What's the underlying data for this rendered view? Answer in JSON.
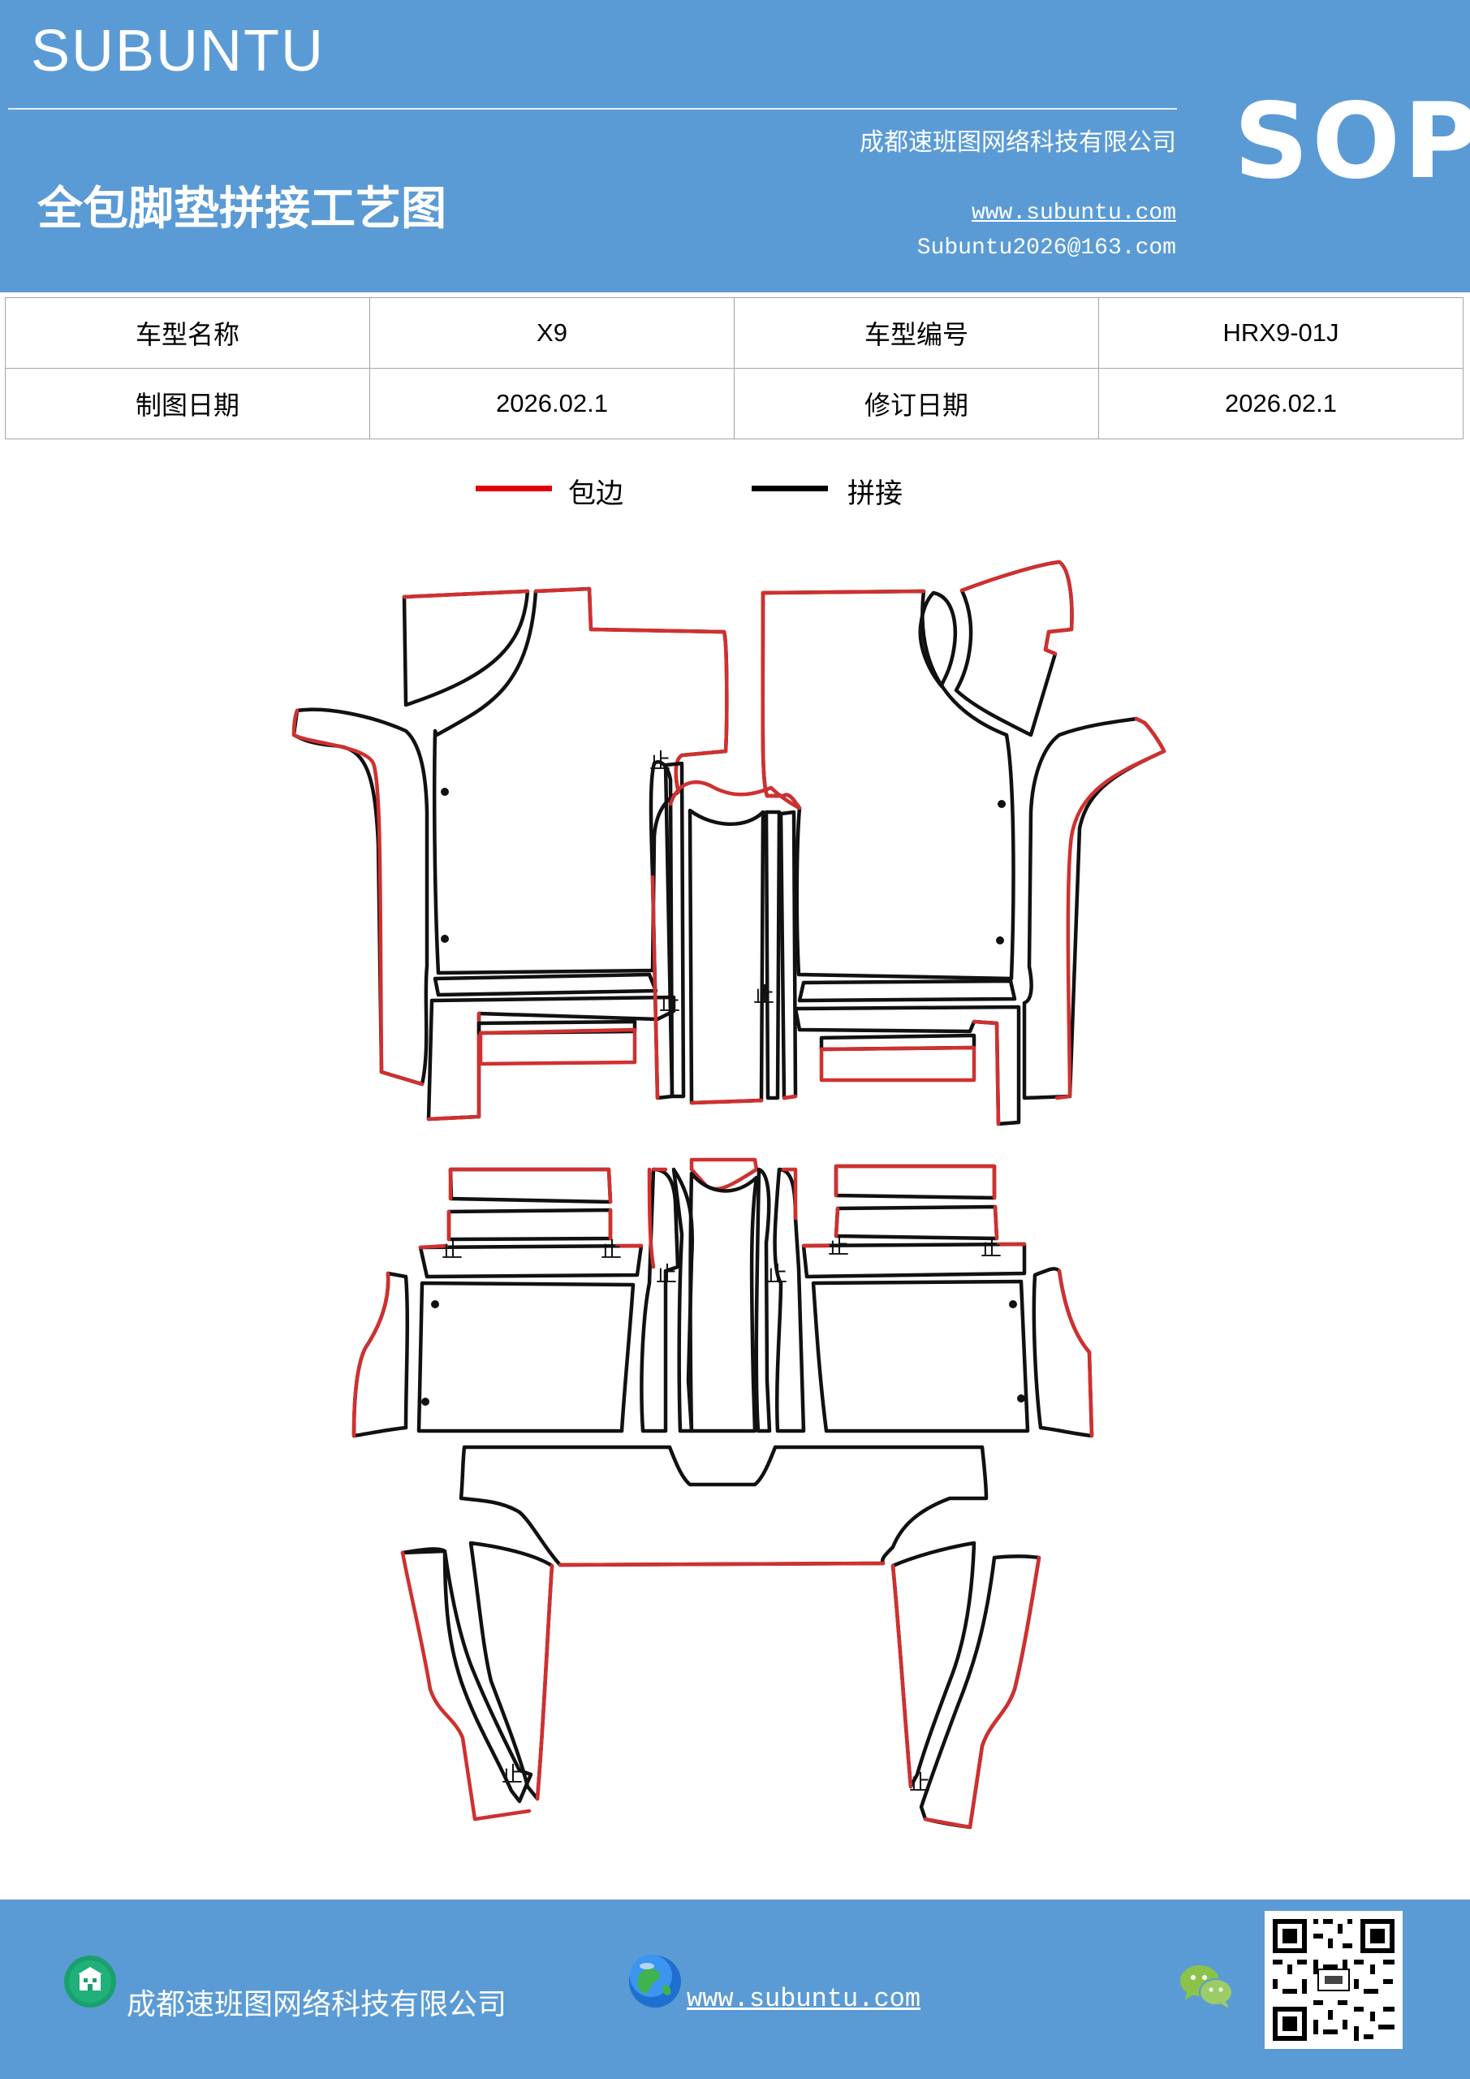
{
  "header": {
    "brand": "SUBUNTU",
    "company": "成都速班图网络科技有限公司",
    "title": "全包脚垫拼接工艺图",
    "website": "www.subuntu.com",
    "email": "Subuntu2026@163.com",
    "badge": "SOP",
    "background_color": "#5b9bd5"
  },
  "info_table": {
    "rows": [
      [
        {
          "label": "车型名称"
        },
        {
          "value": "X9"
        },
        {
          "label": "车型编号"
        },
        {
          "value": "HRX9-01J"
        }
      ],
      [
        {
          "label": "制图日期"
        },
        {
          "value": "2026.02.1"
        },
        {
          "label": "修订日期"
        },
        {
          "value": "2026.02.1"
        }
      ]
    ]
  },
  "legend": {
    "items": [
      {
        "label": "包边",
        "color": "#e00000"
      },
      {
        "label": "拼接",
        "color": "#000000"
      }
    ]
  },
  "diagram": {
    "stitch_mark": "止",
    "edge_color": "#d03030",
    "seam_color": "#111111"
  },
  "footer": {
    "company": "成都速班图网络科技有限公司",
    "website": "www.subuntu.com",
    "icons": [
      "company-icon",
      "globe-icon",
      "wechat-icon",
      "qr-code"
    ]
  }
}
